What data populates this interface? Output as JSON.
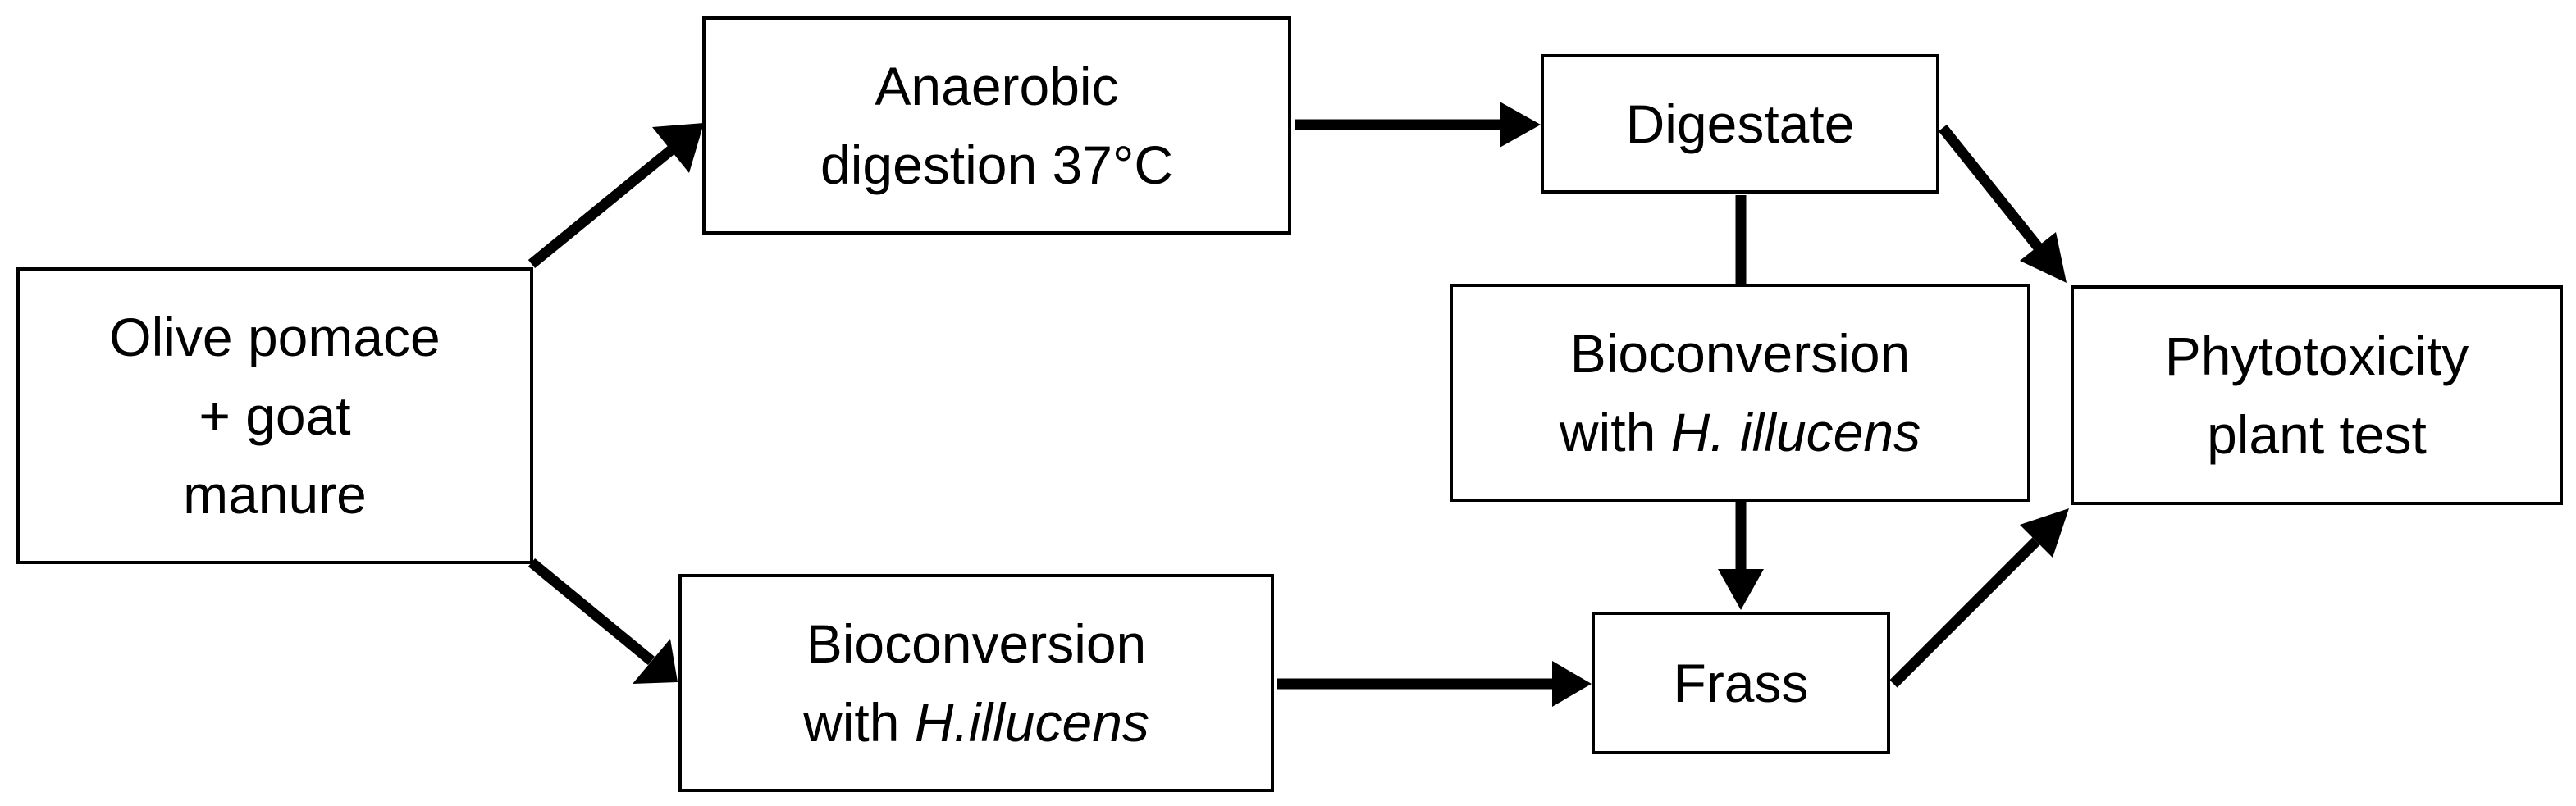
{
  "nodes": {
    "source": {
      "line1": "Olive pomace",
      "line2": "+ goat",
      "line3": "manure"
    },
    "anaerobic_digestion": {
      "line1": "Anaerobic",
      "line2": "digestion 37°C"
    },
    "bioconversion_primary": {
      "line1": "Bioconversion",
      "line2_prefix": "with ",
      "line2_italic": "H.illucens"
    },
    "digestate": {
      "label": "Digestate"
    },
    "bioconversion_digestate": {
      "line1": "Bioconversion",
      "line2_prefix": "with ",
      "line2_italic": "H. illucens"
    },
    "frass": {
      "label": "Frass"
    },
    "phytotoxicity": {
      "line1": "Phytotoxicity",
      "line2": "plant test"
    }
  },
  "edges": [
    {
      "from": "source",
      "to": "anaerobic_digestion"
    },
    {
      "from": "source",
      "to": "bioconversion_primary"
    },
    {
      "from": "anaerobic_digestion",
      "to": "digestate"
    },
    {
      "from": "bioconversion_primary",
      "to": "frass"
    },
    {
      "from": "digestate",
      "to": "bioconversion_digestate"
    },
    {
      "from": "bioconversion_digestate",
      "to": "frass"
    },
    {
      "from": "digestate",
      "to": "phytotoxicity"
    },
    {
      "from": "frass",
      "to": "phytotoxicity"
    }
  ]
}
